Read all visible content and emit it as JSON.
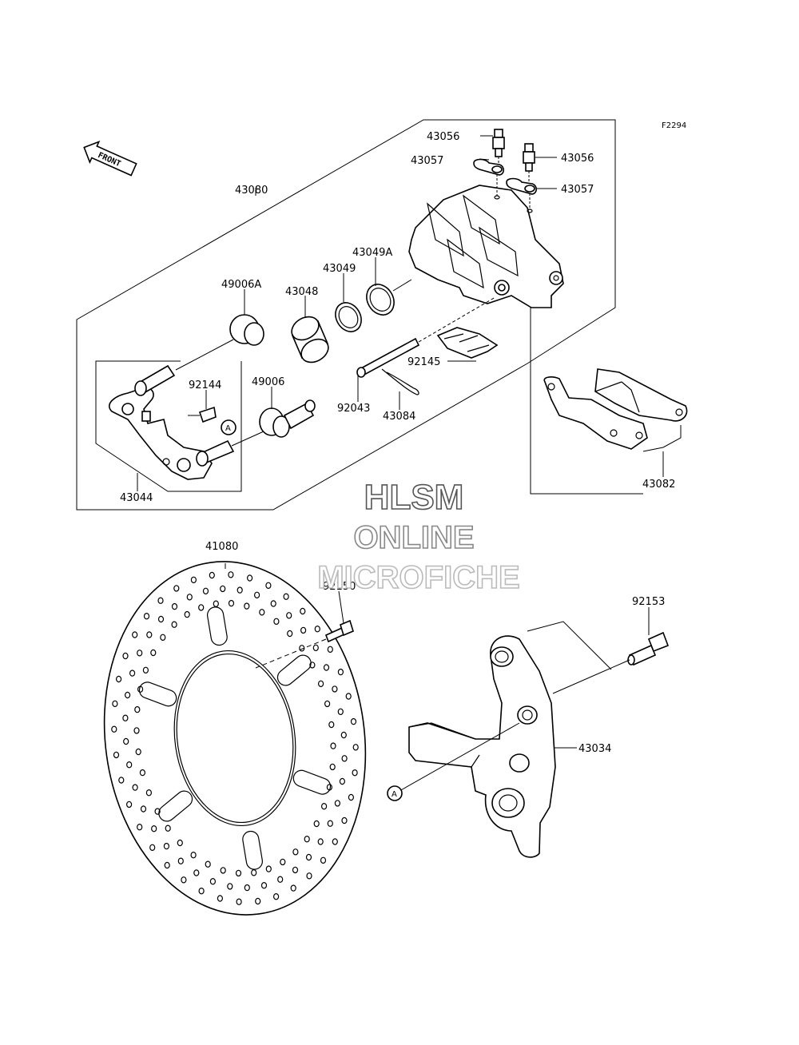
{
  "diagram": {
    "figure_code": "F2294",
    "front_label": "FRONT",
    "callout_letter": "A",
    "watermark": [
      "HLSM",
      "ONLINE",
      "MICROFICHE"
    ],
    "watermark_colors": [
      "#555555",
      "#888888",
      "#bbbbbb"
    ],
    "parts": {
      "p43080": "43080",
      "p43056a": "43056",
      "p43056b": "43056",
      "p43057a": "43057",
      "p43057b": "43057",
      "p43049A": "43049A",
      "p43049": "43049",
      "p43048": "43048",
      "p49006A": "49006A",
      "p92144": "92144",
      "p49006": "49006",
      "p92145": "92145",
      "p92043": "92043",
      "p43084": "43084",
      "p43044": "43044",
      "p43082": "43082",
      "p41080": "41080",
      "p92150": "92150",
      "p92153": "92153",
      "p43034": "43034"
    }
  }
}
